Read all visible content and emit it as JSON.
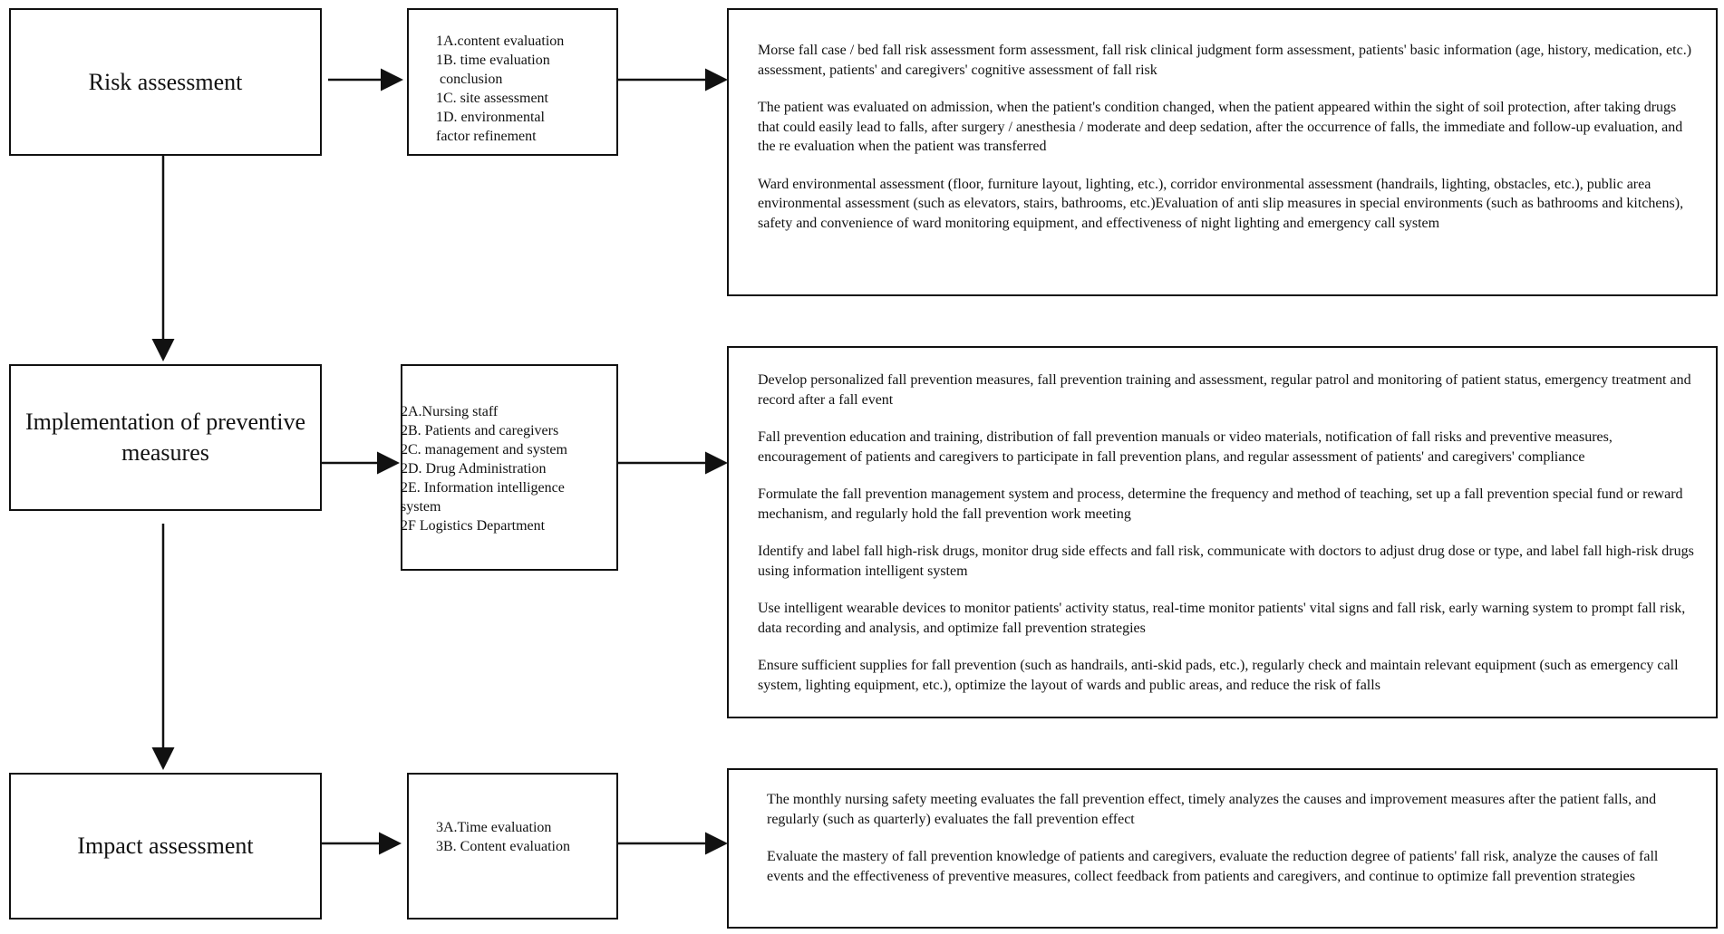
{
  "stages": [
    {
      "title": "Risk assessment",
      "sub_items": [
        "1A.content evaluation",
        "1B. time evaluation",
        " conclusion",
        "1C. site assessment",
        "1D. environmental",
        "factor refinement"
      ],
      "details": [
        "Morse fall case / bed fall risk assessment form assessment, fall risk clinical judgment form assessment, patients' basic information (age, history, medication, etc.) assessment, patients' and caregivers' cognitive assessment of fall risk",
        "The patient was evaluated on admission, when the patient's condition changed, when the patient appeared within the sight of soil protection, after taking drugs that could easily lead to falls, after surgery / anesthesia / moderate and deep sedation, after the occurrence of falls, the immediate and follow-up evaluation, and the re evaluation when the patient was transferred",
        "Ward environmental assessment (floor, furniture layout, lighting, etc.), corridor environmental assessment (handrails, lighting, obstacles, etc.), public area environmental assessment (such as elevators, stairs, bathrooms, etc.)Evaluation of anti slip measures in special environments (such as bathrooms and kitchens), safety and convenience of ward monitoring equipment, and effectiveness of night lighting and emergency call system"
      ]
    },
    {
      "title": "Implementation of preventive measures",
      "sub_items": [
        "2A.Nursing staff",
        "2B. Patients and caregivers",
        "2C. management and system",
        "2D. Drug Administration",
        "2E. Information intelligence",
        "system",
        "2F Logistics Department"
      ],
      "details": [
        "Develop personalized fall prevention measures, fall prevention training and assessment, regular patrol and monitoring of patient status, emergency treatment and record after a fall event",
        "Fall prevention education and training, distribution of fall prevention manuals or video materials, notification of fall risks and preventive measures, encouragement of patients and caregivers to participate in fall prevention plans, and regular assessment of patients' and caregivers' compliance",
        "Formulate the fall prevention management system and process, determine the frequency and method of teaching, set up a fall prevention special fund or reward mechanism, and regularly hold the fall prevention work meeting",
        "Identify and label fall high-risk drugs, monitor drug side effects and fall risk, communicate with doctors to adjust drug dose or type, and label fall high-risk drugs using information intelligent system",
        "Use intelligent wearable devices to monitor patients' activity status, real-time monitor patients' vital signs and fall risk, early warning system to prompt fall risk, data recording and analysis, and optimize fall prevention strategies",
        "Ensure sufficient supplies for fall prevention (such as handrails, anti-skid pads, etc.), regularly check and maintain relevant equipment (such as emergency call system, lighting equipment, etc.), optimize the layout of wards and public areas, and reduce the risk of falls"
      ]
    },
    {
      "title": "Impact assessment",
      "sub_items": [
        "3A.Time evaluation",
        "3B. Content evaluation"
      ],
      "details": [
        "The monthly nursing safety meeting evaluates the fall prevention effect, timely analyzes the causes and improvement measures after the patient falls, and regularly (such as quarterly) evaluates the fall prevention effect",
        "Evaluate the mastery of fall prevention knowledge of patients and caregivers, evaluate the reduction degree of patients' fall risk, analyze the causes of fall events and the effectiveness of preventive measures, collect feedback from patients and caregivers, and continue to optimize fall prevention strategies"
      ]
    }
  ]
}
